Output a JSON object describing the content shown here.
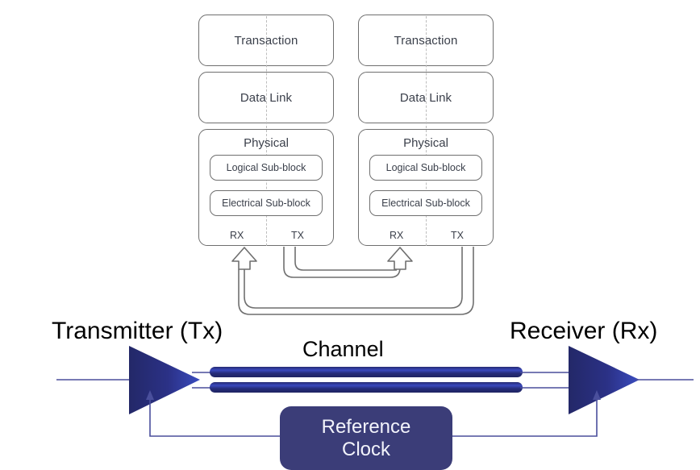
{
  "diagram": {
    "title": "PCI Express layer stack with transmitter, channel and receiver",
    "colors": {
      "box_border": "#6f6f6f",
      "box_fill": "#ffffff",
      "box_text": "#3a3f4a",
      "dashed_divider": "#bdbdbd",
      "arrow_outline": "#6f6f6f",
      "deep_navy": "#2a2f73",
      "bright_blue": "#2b3fae",
      "refclk_fill": "#3b3d78",
      "refclk_text": "#f2f3fb",
      "thin_line": "#4a4f9c",
      "label_text": "#000000"
    }
  },
  "stacks": [
    {
      "id": "left-stack",
      "name": "left-device-stack",
      "layers": [
        {
          "label": "Transaction"
        },
        {
          "label": "Data Link"
        }
      ],
      "physical": {
        "label": "Physical",
        "sub_blocks": [
          {
            "label": "Logical Sub-block"
          },
          {
            "label": "Electrical Sub-block"
          }
        ],
        "ports": {
          "rx": "RX",
          "tx": "TX"
        }
      }
    },
    {
      "id": "right-stack",
      "name": "right-device-stack",
      "layers": [
        {
          "label": "Transaction"
        },
        {
          "label": "Data Link"
        }
      ],
      "physical": {
        "label": "Physical",
        "sub_blocks": [
          {
            "label": "Logical Sub-block"
          },
          {
            "label": "Electrical Sub-block"
          }
        ],
        "ports": {
          "rx": "RX",
          "tx": "TX"
        }
      }
    }
  ],
  "link": {
    "description": "Left TX routes to right RX and right TX routes to left RX via crossed lane paths"
  },
  "lower": {
    "transmitter_label": "Transmitter (Tx)",
    "channel_label": "Channel",
    "receiver_label": "Receiver (Rx)",
    "reference_clock": {
      "line1": "Reference",
      "line2": "Clock"
    }
  }
}
